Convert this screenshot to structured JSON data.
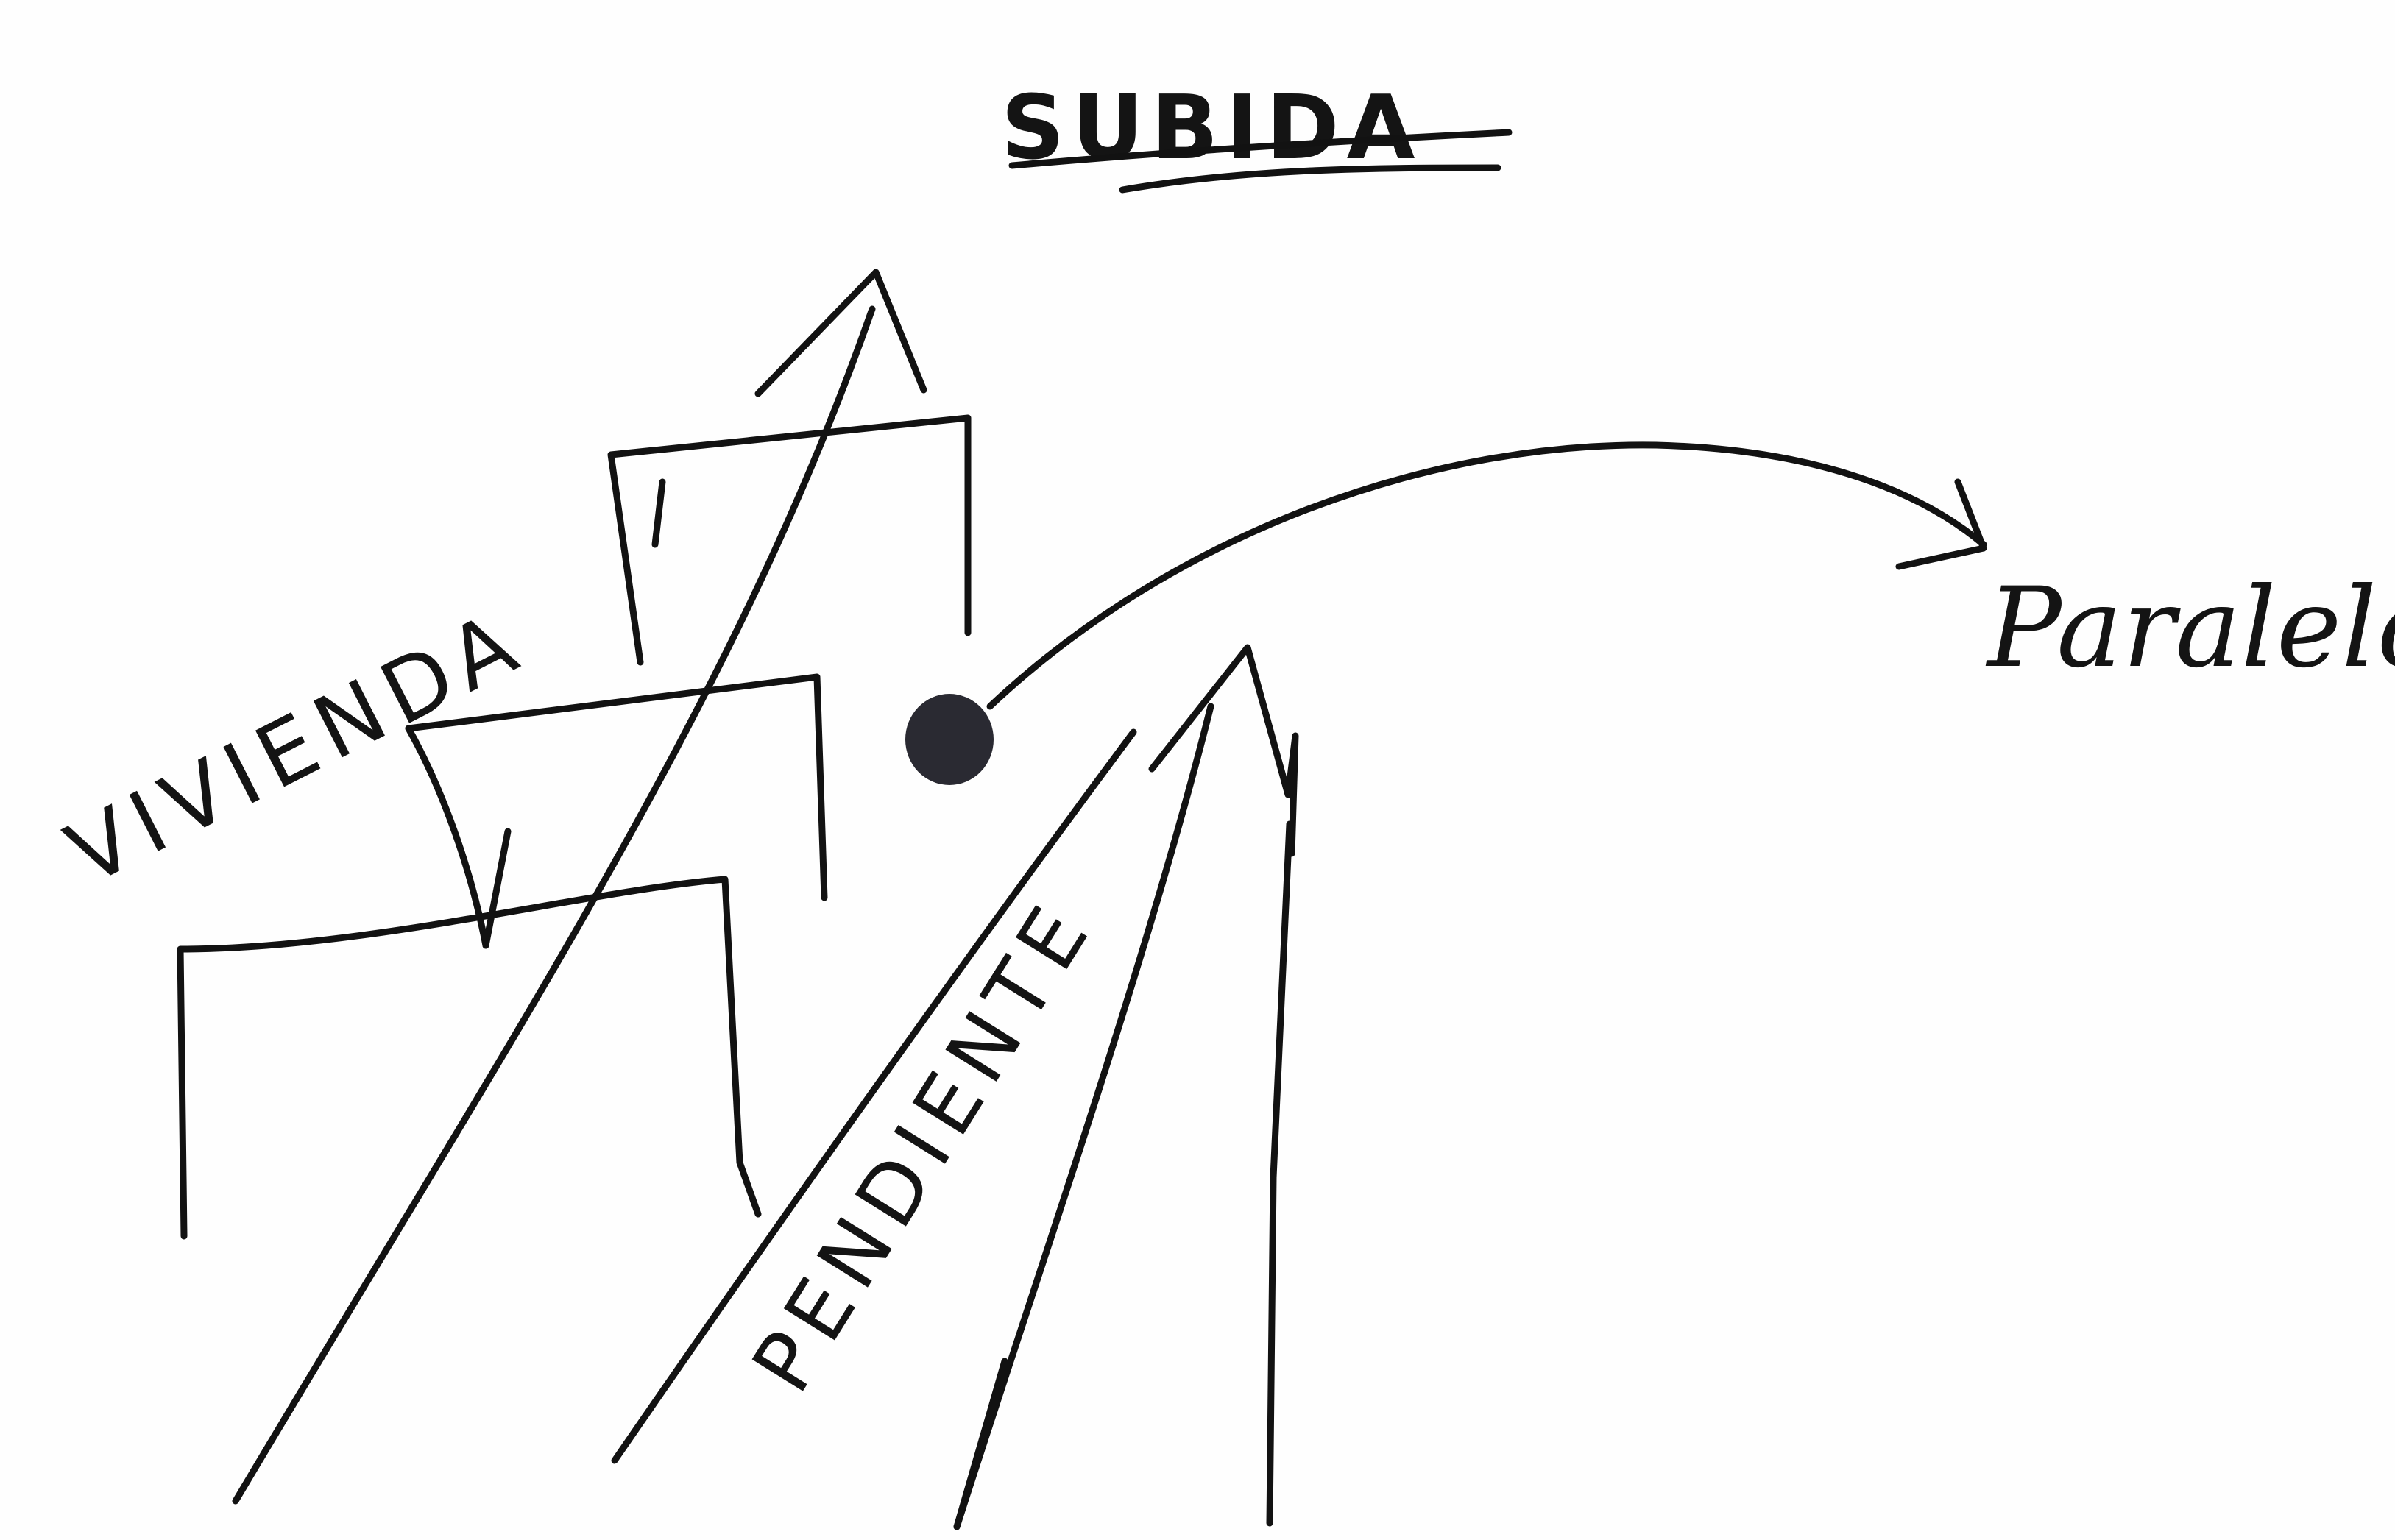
{
  "diagram": {
    "title": "SUBIDA",
    "labels": {
      "vivienda": "VIVIENDA",
      "pendiente": "PENDIENTE",
      "paralelo": "Paralelo"
    },
    "colors": {
      "ink": "#121212",
      "paper": "#fefefe",
      "dot": "#2a2a32"
    }
  }
}
